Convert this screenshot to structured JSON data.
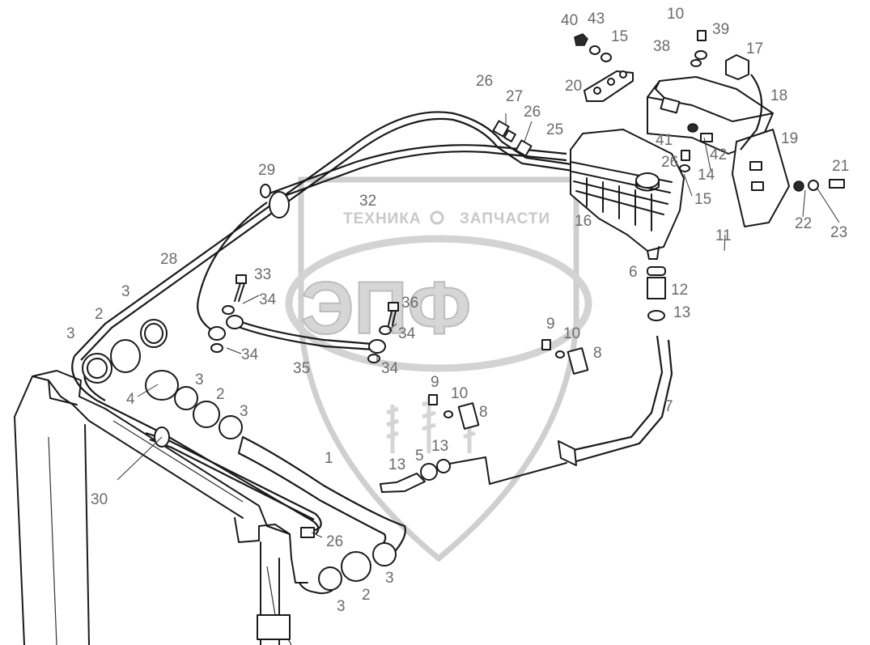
{
  "watermark": {
    "top_text_left": "ТЕХНИКА",
    "top_text_right": "ЗАПЧАСТИ",
    "big_text": "ЭПФ"
  },
  "callouts": [
    {
      "id": "c40",
      "text": "40"
    },
    {
      "id": "c43",
      "text": "43"
    },
    {
      "id": "c15a",
      "text": "15"
    },
    {
      "id": "c10a",
      "text": "10"
    },
    {
      "id": "c39",
      "text": "39"
    },
    {
      "id": "c38",
      "text": "38"
    },
    {
      "id": "c17",
      "text": "17"
    },
    {
      "id": "c20",
      "text": "20"
    },
    {
      "id": "c18",
      "text": "18"
    },
    {
      "id": "c26a",
      "text": "26"
    },
    {
      "id": "c27",
      "text": "27"
    },
    {
      "id": "c26b",
      "text": "26"
    },
    {
      "id": "c25",
      "text": "25"
    },
    {
      "id": "c41",
      "text": "41"
    },
    {
      "id": "c42",
      "text": "42"
    },
    {
      "id": "c19",
      "text": "19"
    },
    {
      "id": "c26c",
      "text": "26"
    },
    {
      "id": "c14",
      "text": "14"
    },
    {
      "id": "c21",
      "text": "21"
    },
    {
      "id": "c29",
      "text": "29"
    },
    {
      "id": "c32",
      "text": "32"
    },
    {
      "id": "c16",
      "text": "16"
    },
    {
      "id": "c15b",
      "text": "15"
    },
    {
      "id": "c22",
      "text": "22"
    },
    {
      "id": "c23",
      "text": "23"
    },
    {
      "id": "c11",
      "text": "11"
    },
    {
      "id": "c28",
      "text": "28"
    },
    {
      "id": "c33",
      "text": "33"
    },
    {
      "id": "c6",
      "text": "6"
    },
    {
      "id": "c12",
      "text": "12"
    },
    {
      "id": "c3a",
      "text": "3"
    },
    {
      "id": "c34a",
      "text": "34"
    },
    {
      "id": "c36",
      "text": "36"
    },
    {
      "id": "c13a",
      "text": "13"
    },
    {
      "id": "c2a",
      "text": "2"
    },
    {
      "id": "c9a",
      "text": "9"
    },
    {
      "id": "c10b",
      "text": "10"
    },
    {
      "id": "c3b",
      "text": "3"
    },
    {
      "id": "c34b",
      "text": "34"
    },
    {
      "id": "c8a",
      "text": "8"
    },
    {
      "id": "c34c",
      "text": "34"
    },
    {
      "id": "c35",
      "text": "35"
    },
    {
      "id": "c34d",
      "text": "34"
    },
    {
      "id": "c3c",
      "text": "3"
    },
    {
      "id": "c9b",
      "text": "9"
    },
    {
      "id": "c10c",
      "text": "10"
    },
    {
      "id": "c4",
      "text": "4"
    },
    {
      "id": "c2b",
      "text": "2"
    },
    {
      "id": "c7",
      "text": "7"
    },
    {
      "id": "c8b",
      "text": "8"
    },
    {
      "id": "c3d",
      "text": "3"
    },
    {
      "id": "c1",
      "text": "1"
    },
    {
      "id": "c5",
      "text": "5"
    },
    {
      "id": "c13b",
      "text": "13"
    },
    {
      "id": "c13c",
      "text": "13"
    },
    {
      "id": "c30",
      "text": "30"
    },
    {
      "id": "c26d",
      "text": "26"
    },
    {
      "id": "c3e",
      "text": "3"
    },
    {
      "id": "c2c",
      "text": "2"
    },
    {
      "id": "c3f",
      "text": "3"
    }
  ]
}
